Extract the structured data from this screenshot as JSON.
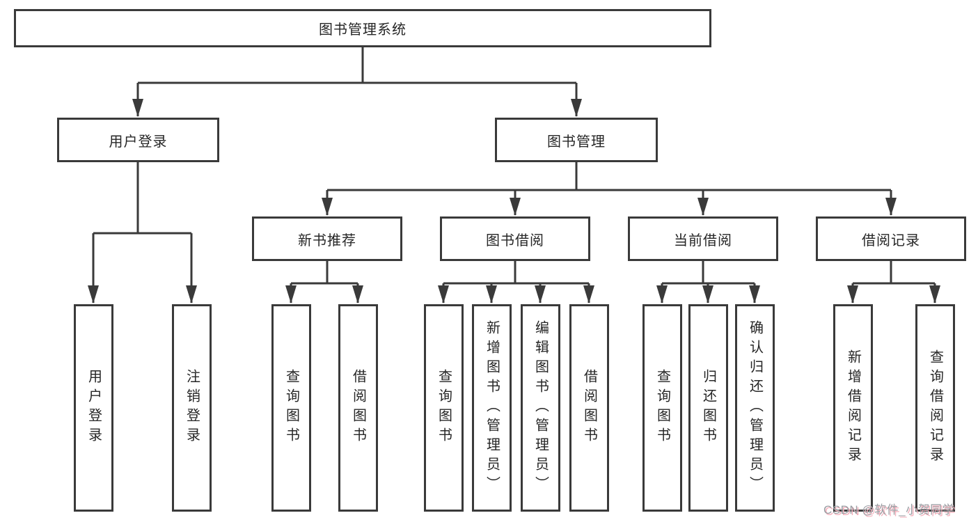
{
  "diagram": {
    "root": {
      "label": "图书管理系统"
    },
    "level1": [
      {
        "label": "用户登录"
      },
      {
        "label": "图书管理"
      }
    ],
    "level2": [
      {
        "label": "新书推荐"
      },
      {
        "label": "图书借阅"
      },
      {
        "label": "当前借阅"
      },
      {
        "label": "借阅记录"
      }
    ],
    "leaves": [
      {
        "label": "用户登录"
      },
      {
        "label": "注销登录"
      },
      {
        "label": "查询图书"
      },
      {
        "label": "借阅图书"
      },
      {
        "label": "查询图书"
      },
      {
        "label": "新增图书（管理员）"
      },
      {
        "label": "编辑图书（管理员）"
      },
      {
        "label": "借阅图书"
      },
      {
        "label": "查询图书"
      },
      {
        "label": "归还图书"
      },
      {
        "label": "确认归还（管理员）"
      },
      {
        "label": "新增借阅记录"
      },
      {
        "label": "查询借阅记录"
      }
    ]
  },
  "watermark": {
    "text": "CSDN @软件_小贺同学"
  },
  "colors": {
    "line": "#3a3a3a",
    "node_border": "#3a3a3a",
    "text": "#262626",
    "background": "#ffffff",
    "watermark_gray": "#9a9ea3",
    "watermark_pink": "#f3aeba"
  }
}
